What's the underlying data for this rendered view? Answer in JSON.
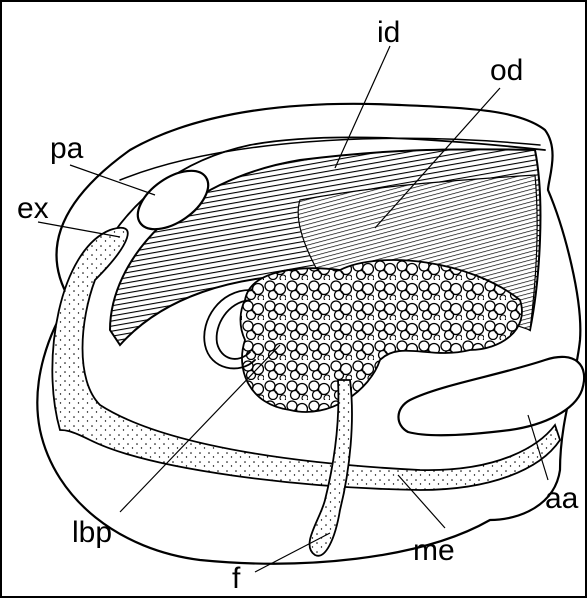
{
  "figure": {
    "labels": {
      "id": "id",
      "od": "od",
      "pa": "pa",
      "ex": "ex",
      "aa": "aa",
      "lbp": "lbp",
      "f": "f",
      "me": "me"
    },
    "colors": {
      "ink": "#000000",
      "paper": "#ffffff"
    }
  }
}
